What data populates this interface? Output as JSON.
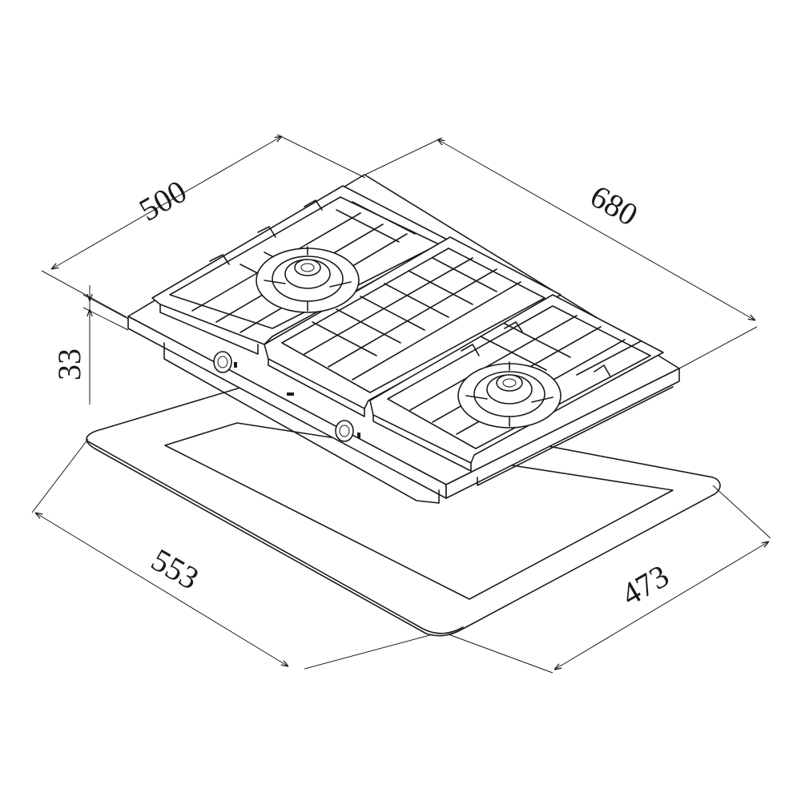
{
  "dimensions": {
    "width_top": "500",
    "depth_top": "680",
    "height": "33",
    "cutout_width": "553",
    "cutout_depth": "473"
  },
  "colors": {
    "line": "#1a1a1a",
    "background": "#ffffff"
  }
}
